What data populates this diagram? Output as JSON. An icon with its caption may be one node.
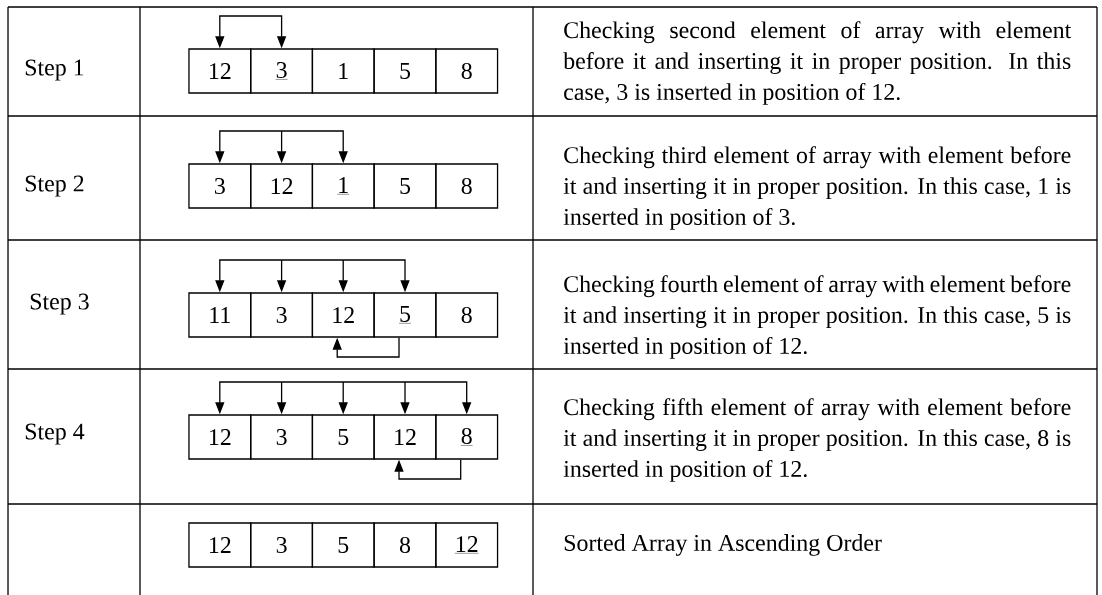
{
  "diagram": {
    "nodes": [
      {
        "text": [
          "12"
        ]
      },
      {
        "text": [
          "3"
        ]
      },
      {
        "text": [
          "1"
        ]
      },
      {
        "text": [
          "5"
        ]
      },
      {
        "text": [
          "8"
        ]
      },
      {
        "text": [
          "3"
        ]
      },
      {
        "text": [
          "12"
        ]
      },
      {
        "text": [
          "1"
        ]
      },
      {
        "text": [
          "5"
        ]
      },
      {
        "text": [
          "8"
        ]
      },
      {
        "text": [
          "11"
        ]
      },
      {
        "text": [
          "3"
        ]
      },
      {
        "text": [
          "12"
        ]
      },
      {
        "text": [
          "5"
        ]
      },
      {
        "text": [
          "8"
        ]
      },
      {
        "text": [
          "12"
        ]
      },
      {
        "text": [
          "3"
        ]
      },
      {
        "text": [
          "5"
        ]
      },
      {
        "text": [
          "12"
        ]
      },
      {
        "text": [
          "8"
        ]
      },
      {
        "text": [
          "12"
        ]
      },
      {
        "text": [
          "3"
        ]
      },
      {
        "text": [
          "5"
        ]
      },
      {
        "text": [
          "8"
        ]
      },
      {
        "text": [
          "12"
        ]
      }
    ],
    "edges": [
      {
        "from": 1,
        "to": 0,
        "arrow": "both"
      },
      {
        "from": 7,
        "to": 5,
        "arrow": "both"
      },
      {
        "from": 7,
        "to": 6,
        "arrow": "both"
      },
      {
        "from": 13,
        "to": 10,
        "arrow": "both"
      },
      {
        "from": 13,
        "to": 11,
        "arrow": "both"
      },
      {
        "from": 13,
        "to": 12,
        "arrow": "both"
      },
      {
        "from": 13,
        "to": 12,
        "arrow": "to"
      },
      {
        "from": 19,
        "to": 15,
        "arrow": "both"
      },
      {
        "from": 19,
        "to": 16,
        "arrow": "both"
      },
      {
        "from": 19,
        "to": 17,
        "arrow": "both"
      },
      {
        "from": 19,
        "to": 18,
        "arrow": "both"
      },
      {
        "from": 19,
        "to": 18,
        "arrow": "to"
      }
    ],
    "labels": [
      "Step 1",
      "Checking second element of array with element before it and inserting it in proper position. In this case, 3 is inserted in position of 12.",
      "Step 2",
      "Checking third element of array with element before it and inserting it in proper position. In this case, 1 is inserted in position of 3.",
      "Step 3",
      "Checking fourth element of array with element before it and inserting it in proper position. In this case, 5 is inserted in position of 12.",
      "Step 4",
      "Checking fifth element of array with element before it and inserting it in proper position. In this case, 8 is inserted in position of 12.",
      "Sorted Array in Ascending Order"
    ]
  }
}
